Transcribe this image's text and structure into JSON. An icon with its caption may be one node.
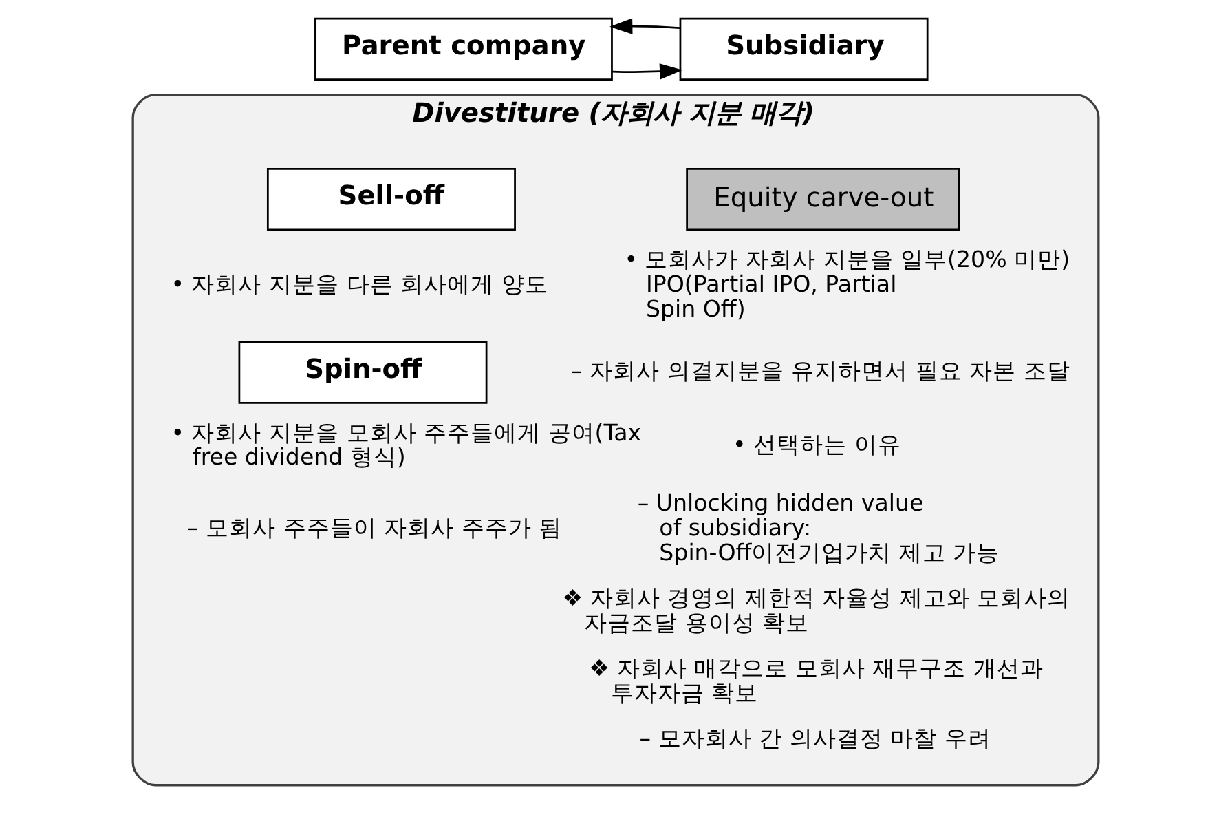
{
  "diagram": {
    "nodes": [
      {
        "text": [
          "Parent company"
        ]
      },
      {
        "text": [
          "Subsidiary"
        ]
      },
      {
        "text": [
          "Divestiture (자회사 지분 매각)"
        ]
      },
      {
        "text": [
          "Sell-off"
        ],
        "in": 2,
        "beside": [
          "• 자회사 지분을 다른 회사에게 양도"
        ]
      },
      {
        "text": [
          "Spin-off"
        ],
        "in": 2,
        "beside": [
          "• 자회사 지분을 모회사 주주들에게 공여(Tax free dividend 형식)",
          "– 모회사 주주들이 자회사 주주가 됨"
        ]
      },
      {
        "text": [
          "Equity carve-out"
        ],
        "in": 2,
        "beside": [
          "• 모회사가 자회사 지분을 일부(20% 미만) IPO(Partial IPO, Partial Spin Off)",
          "– 자회사 의결지분을 유지하면서 필요 자본 조달",
          "• 선택하는 이유",
          "– Unlocking hidden value of subsidiary: Spin-Off이전기업가치 제고 가능",
          "❖ 자회사 경영의 제한적 자율성 제고와 모회사의 자금조달 용이성 확보",
          "❖ 자회사 매각으로 모회사 재무구조 개선과 투자자금 확보",
          "– 모자회사 간 의사결정 마찰 우려"
        ]
      }
    ],
    "edges": [
      {
        "from": 0,
        "to": 1,
        "arrow": "to"
      },
      {
        "from": 1,
        "to": 0,
        "arrow": "to"
      }
    ]
  }
}
